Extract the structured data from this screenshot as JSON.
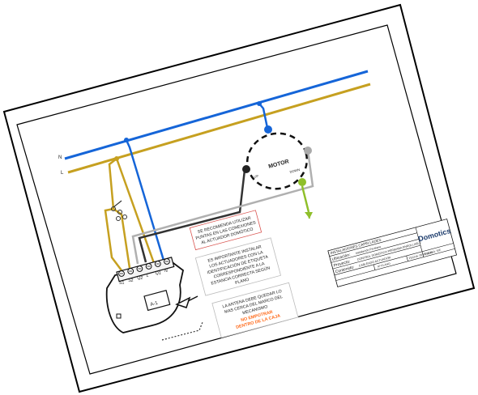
{
  "lines": {
    "neutral": "N",
    "live": "L"
  },
  "colors": {
    "neutral": "#1565d8",
    "live": "#c6a020",
    "output": "#8fbf2a",
    "note_border": "#d9534f",
    "warning": "#ff6a1a",
    "wire_dark": "#333333",
    "wire_grey": "#b0b0b0"
  },
  "motor": {
    "label": "MOTOR",
    "up": "UP",
    "down": "DOWN"
  },
  "terminals": [
    "S1",
    "S2",
    "Q2",
    "L",
    "Q1",
    "N"
  ],
  "actuator_label": "A-1",
  "notes": {
    "note1": [
      "SE RECOMIENDA UTILIZAR",
      "PUNTAS EN LAS CONEXIONES",
      "AL ACTUADOR DOMÓTICO"
    ],
    "note2": [
      "ES IMPORTANTE INSTALAR",
      "LOS ACTUADORES CON LA",
      "IDENTIFICACIÓN DE ETIQUETA",
      "CORRESPONDIENTE A LA",
      "ESTANCIA CORRECTA SEGÚN",
      "PLANO"
    ],
    "note3": [
      "LA ANTENA DEBE QUEDAR LO",
      "MAS CERCA DEL MARCO DEL",
      "MECANISMO"
    ],
    "note3_warning": [
      "NO EMPOTRAR",
      "DENTRO DE LA CAJA"
    ]
  },
  "title_block": {
    "header": "INSTALACIONES CAPELLADES",
    "brand": "Domotics",
    "rows": [
      {
        "label": "Ubicación:",
        "value": "Instalación Persiana"
      },
      {
        "label": "Proyecto:",
        "value": "CONTROL DOMÓTICO PERSIANA ENROLLABLE"
      },
      {
        "label": "Contenido:",
        "value": "CABLEADO ACTUADOR"
      }
    ],
    "footer": [
      "Nº PLANO",
      "FECHA: 05-05-2019",
      "ESCALA: S/E"
    ]
  }
}
